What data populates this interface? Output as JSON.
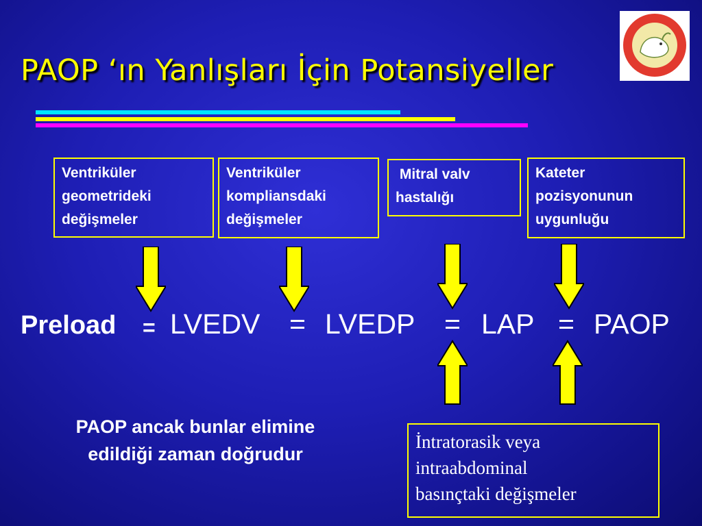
{
  "title": "PAOP ‘ın Yanlışları İçin  Potansiyeller",
  "boxes": {
    "b1": [
      "Ventriküler",
      "geometrideki",
      "değişmeler"
    ],
    "b2": [
      "Ventriküler",
      "kompliansdaki",
      "değişmeler"
    ],
    "b3": [
      " Mitral valv",
      "hastalığı"
    ],
    "b4": [
      "Kateter",
      "pozisyonunun",
      "uygunluğu"
    ],
    "b5": [
      "İntratorasik veya",
      "intraabdominal",
      "basınçtaki değişmeler"
    ]
  },
  "equation": {
    "preload": "Preload",
    "eq": "=",
    "lvedv": "LVEDV",
    "lvedp": "LVEDP",
    "lap": "LAP",
    "paop": "PAOP"
  },
  "note": [
    "PAOP ancak bunlar elimine",
    "edildiği zaman doğrudur"
  ],
  "colors": {
    "accent": "#ffff00",
    "background": "#1e1eb4",
    "text": "#ffffff"
  }
}
